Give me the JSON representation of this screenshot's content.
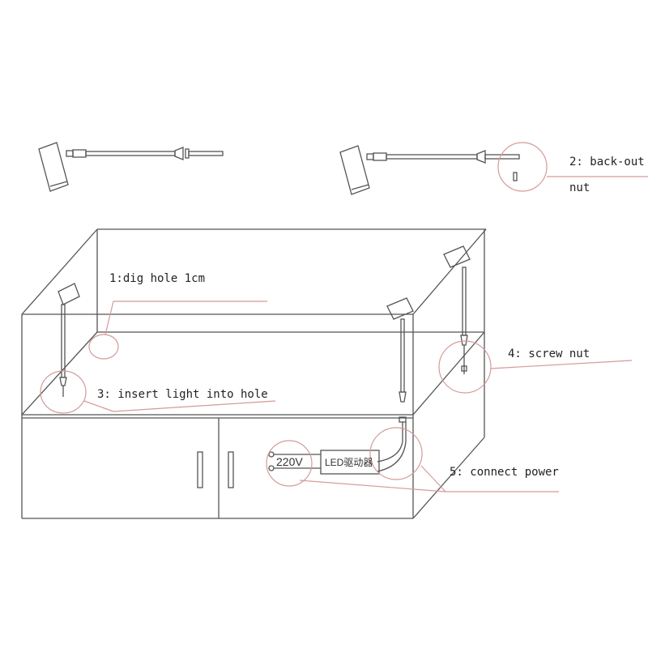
{
  "colors": {
    "line": "#555555",
    "annotation": "#d49a9a"
  },
  "steps": [
    {
      "label": "1:dig hole 1cm"
    },
    {
      "label": "2: back-out",
      "label2": "nut"
    },
    {
      "label": "3: insert light into hole"
    },
    {
      "label": "4: screw nut"
    },
    {
      "label": "5: connect power"
    }
  ],
  "wiring": {
    "voltage": "220V",
    "driver": "LED驱动器"
  }
}
